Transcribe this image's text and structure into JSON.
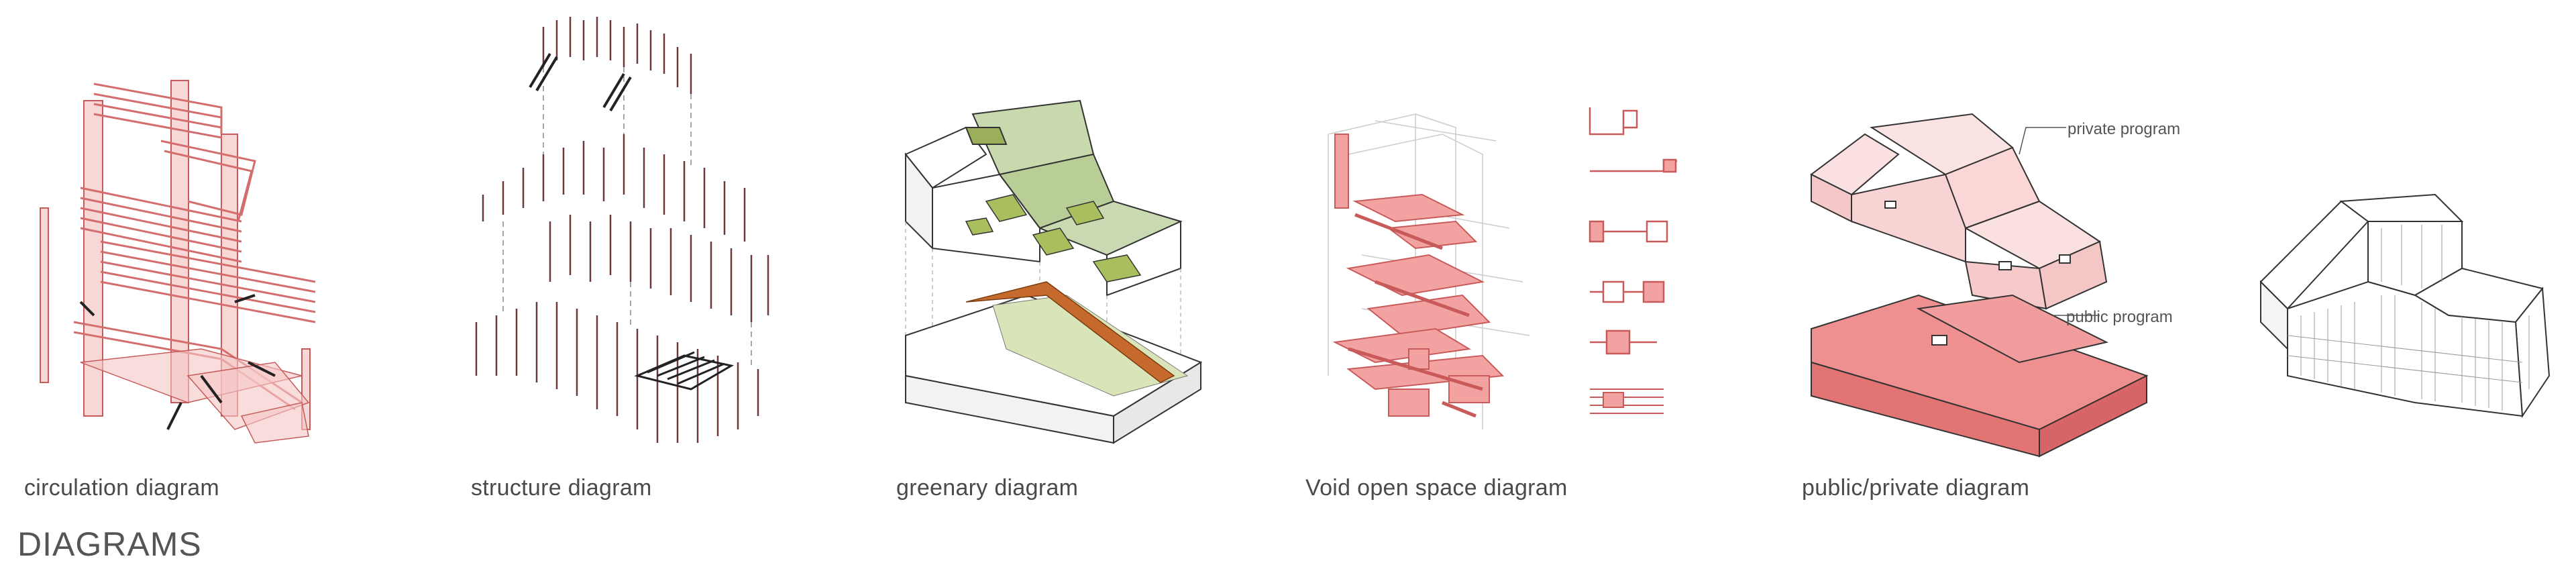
{
  "title": "DIAGRAMS",
  "panels": [
    {
      "caption": "circulation diagram"
    },
    {
      "caption": "structure diagram"
    },
    {
      "caption": "greenary diagram"
    },
    {
      "caption": "Void open space diagram"
    },
    {
      "caption": "public/private  diagram",
      "labels": {
        "private": "private  program",
        "public": "public program"
      }
    },
    {
      "caption": ""
    }
  ],
  "colors": {
    "salmon": "#e98b8b",
    "salmon_light": "#f8d3d3",
    "salmon_mid": "#ef9a9a",
    "green": "#a9bf87",
    "green_light": "#d9e5c8",
    "olive": "#9bae59",
    "orange": "#c56a2c",
    "line": "#333333",
    "dark": "#5a2b2b"
  }
}
